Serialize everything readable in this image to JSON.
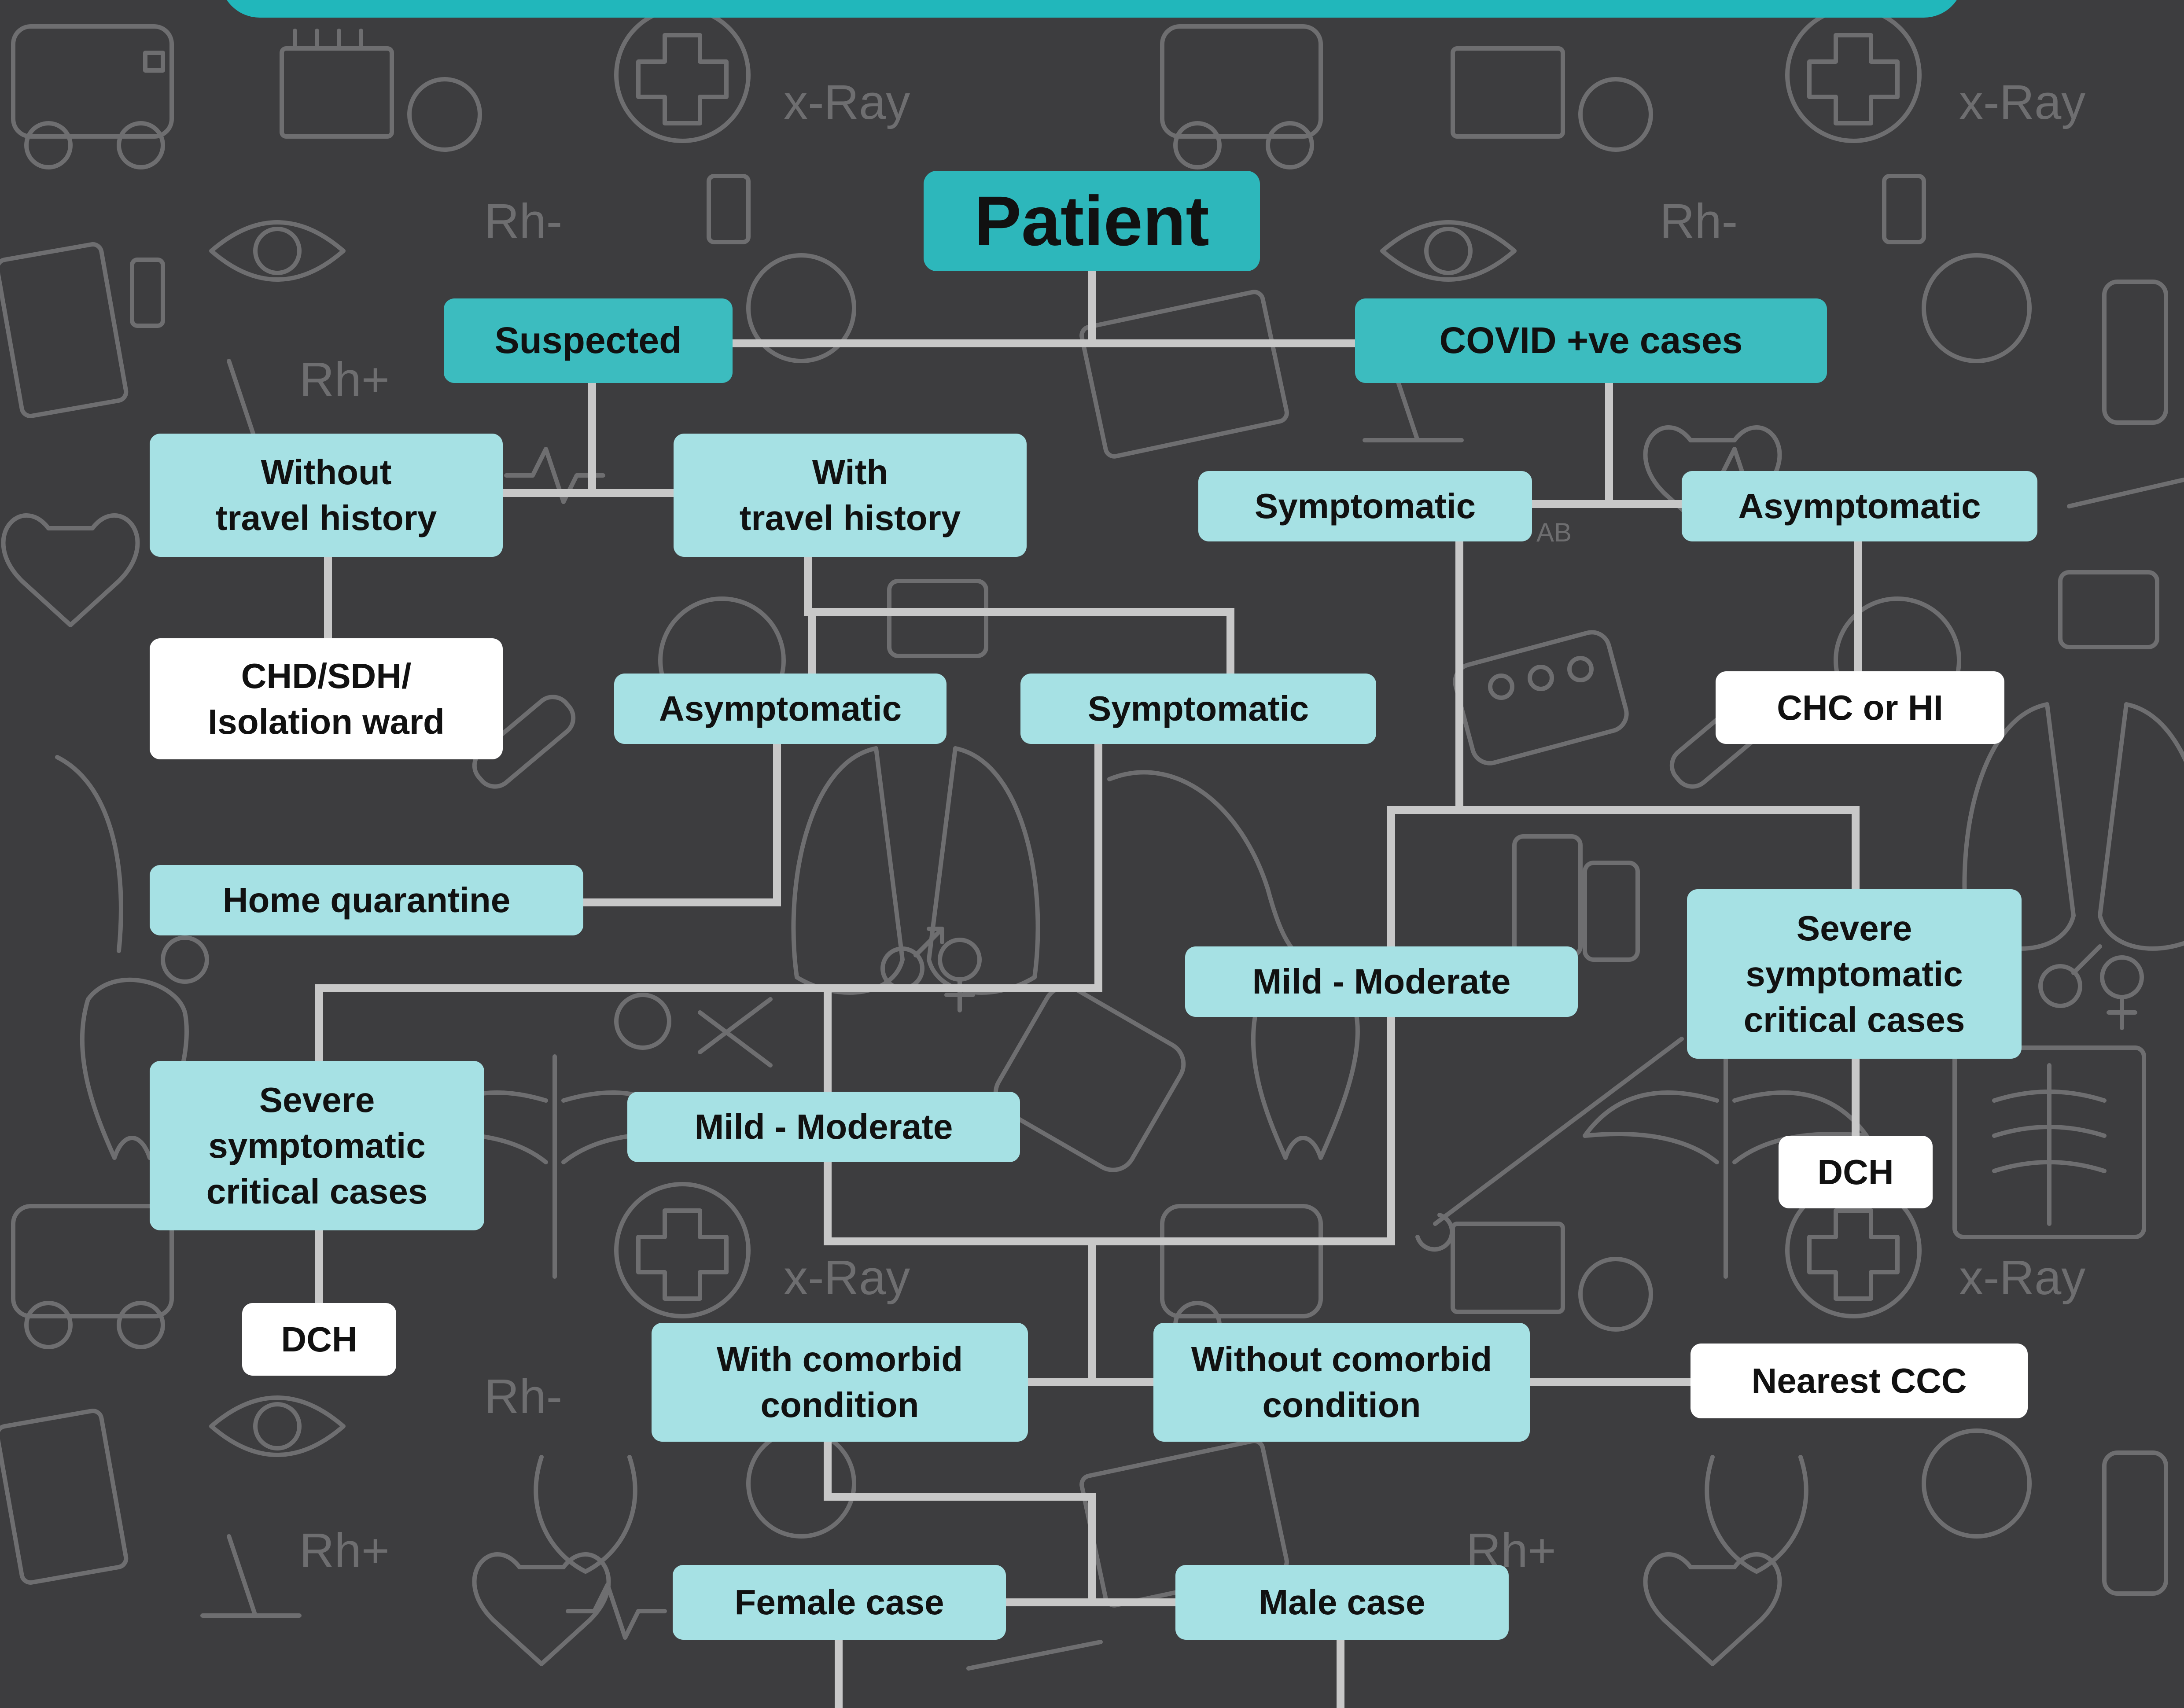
{
  "colors": {
    "background": "#3d3d3f",
    "banner": "#21b7bb",
    "primary_node": "#3cbcbf",
    "secondary_node": "#a6e1e4",
    "terminal_node": "#ffffff",
    "connector": "#c8c8c8",
    "doodle": "#6e6e70"
  },
  "background_doodles": {
    "xray_label": "x-Ray",
    "rh_negative_label": "Rh-",
    "rh_positive_label": "Rh+",
    "blood_group_label": "AB"
  },
  "diagram": {
    "root": "Patient",
    "suspected": "Suspected",
    "covid_positive": "COVID +ve cases",
    "without_travel": "Without\ntravel history",
    "with_travel": "With\ntravel history",
    "isolation": "CHD/SDH/\nIsolation ward",
    "suspected_asymptomatic": "Asymptomatic",
    "suspected_symptomatic": "Symptomatic",
    "home_quarantine": "Home quarantine",
    "covid_symptomatic": "Symptomatic",
    "covid_asymptomatic": "Asymptomatic",
    "chc_or_hi": "CHC or HI",
    "covid_mild_moderate": "Mild - Moderate",
    "covid_severe": "Severe\nsymptomatic\ncritical cases",
    "covid_dch": "DCH",
    "suspected_severe": "Severe\nsymptomatic\ncritical cases",
    "suspected_mild_moderate": "Mild - Moderate",
    "suspected_dch": "DCH",
    "with_comorbid": "With comorbid\ncondition",
    "without_comorbid": "Without comorbid\ncondition",
    "nearest_ccc": "Nearest CCC",
    "female_case": "Female case",
    "male_case": "Male case"
  }
}
